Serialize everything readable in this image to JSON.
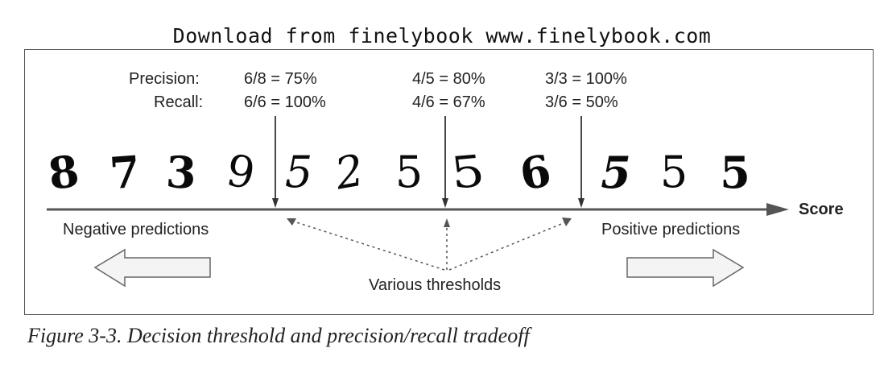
{
  "watermark": "Download from finelybook www.finelybook.com",
  "labels": {
    "precision": "Precision:",
    "recall": "Recall:",
    "score": "Score",
    "negative": "Negative predictions",
    "positive": "Positive predictions",
    "thresholds": "Various thresholds"
  },
  "thresholds": [
    {
      "precision": "6/8 = 75%",
      "recall": "6/6 = 100%"
    },
    {
      "precision": "4/5 = 80%",
      "recall": "4/6 = 67%"
    },
    {
      "precision": "3/3 = 100%",
      "recall": "3/6 = 50%"
    }
  ],
  "digits": [
    "8",
    "7",
    "3",
    "9",
    "5",
    "2",
    "5",
    "5",
    "6",
    "5",
    "5",
    "5"
  ],
  "caption": "Figure 3-3. Decision threshold and precision/recall tradeoff"
}
